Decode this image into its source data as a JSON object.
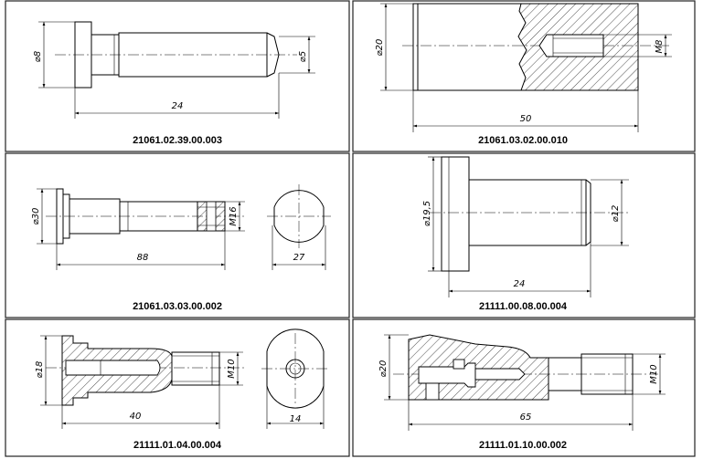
{
  "panels": [
    {
      "part_number": "21061.02.39.00.003",
      "dimensions": [
        "⌀8",
        "⌀5",
        "24"
      ]
    },
    {
      "part_number": "21061.03.02.00.010",
      "dimensions": [
        "⌀20",
        "M8",
        "50"
      ]
    },
    {
      "part_number": "21061.03.03.00.002",
      "dimensions": [
        "⌀30",
        "M16",
        "88",
        "27"
      ]
    },
    {
      "part_number": "21111.00.08.00.004",
      "dimensions": [
        "⌀19,5",
        "⌀12",
        "24"
      ]
    },
    {
      "part_number": "21111.01.04.00.004",
      "dimensions": [
        "⌀18",
        "M10",
        "40",
        "14"
      ]
    },
    {
      "part_number": "21111.01.10.00.002",
      "dimensions": [
        "⌀20",
        "M10",
        "65"
      ]
    }
  ]
}
